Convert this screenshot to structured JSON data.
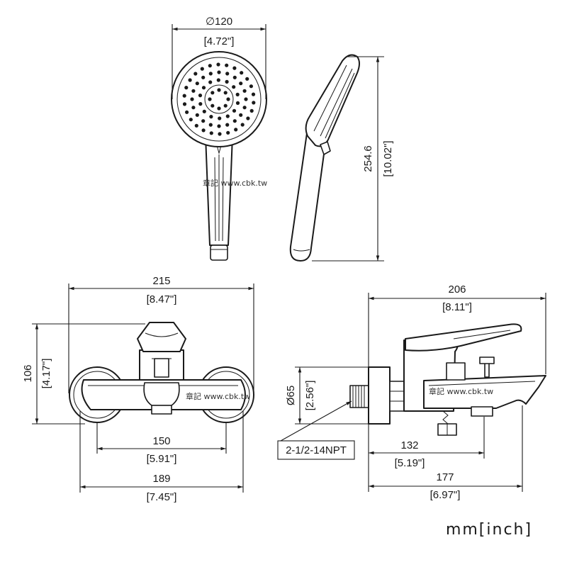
{
  "hand_shower": {
    "diameter_mm": "∅120",
    "diameter_in": "[4.72\"]",
    "length_mm": "254.6",
    "length_in": "[10.02\"]"
  },
  "front_view": {
    "width_mm": "215",
    "width_in": "[8.47\"]",
    "height_mm": "106",
    "height_in": "[4.17\"]",
    "centers_mm": "150",
    "centers_in": "[5.91\"]",
    "body_mm": "189",
    "body_in": "[7.45\"]"
  },
  "side_view": {
    "depth_mm": "206",
    "depth_in": "[8.11\"]",
    "plate_mm": "Ø65",
    "plate_in": "[2.56\"]",
    "thread": "2-1/2-14NPT",
    "outlet_mm": "132",
    "outlet_in": "[5.19\"]",
    "spout_mm": "177",
    "spout_in": "[6.97\"]"
  },
  "units": "mm[inch]",
  "watermark": "章記 www.cbk.tw",
  "colors": {
    "line": "#1a1a1a",
    "background": "#ffffff"
  }
}
